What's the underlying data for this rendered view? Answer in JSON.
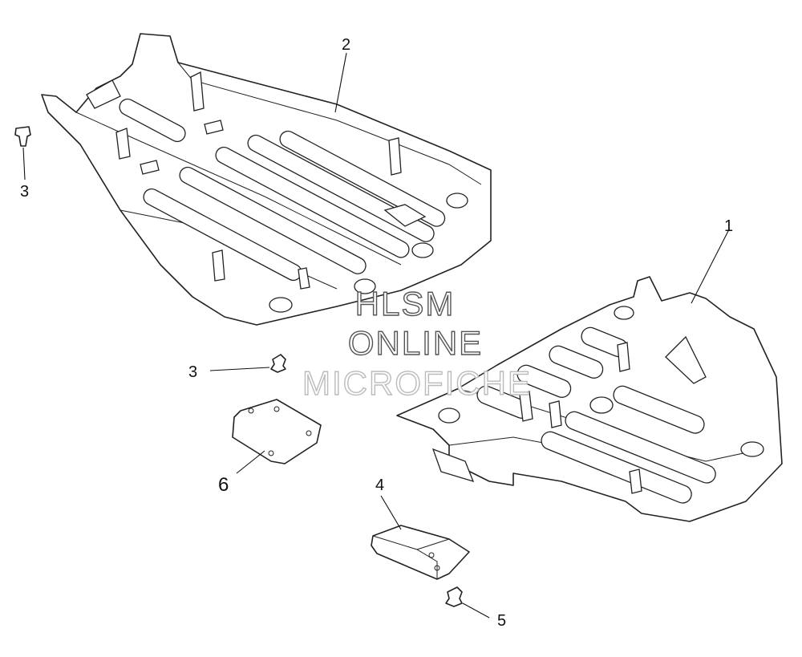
{
  "callouts": [
    {
      "id": "1",
      "label": "1"
    },
    {
      "id": "2",
      "label": "2"
    },
    {
      "id": "3a",
      "label": "3"
    },
    {
      "id": "3b",
      "label": "3"
    },
    {
      "id": "4",
      "label": "4"
    },
    {
      "id": "5",
      "label": "5"
    },
    {
      "id": "6",
      "label": "6"
    }
  ],
  "watermark": {
    "line1": "HLSM",
    "line2": "ONLINE",
    "line3": "MICROFICHE"
  }
}
